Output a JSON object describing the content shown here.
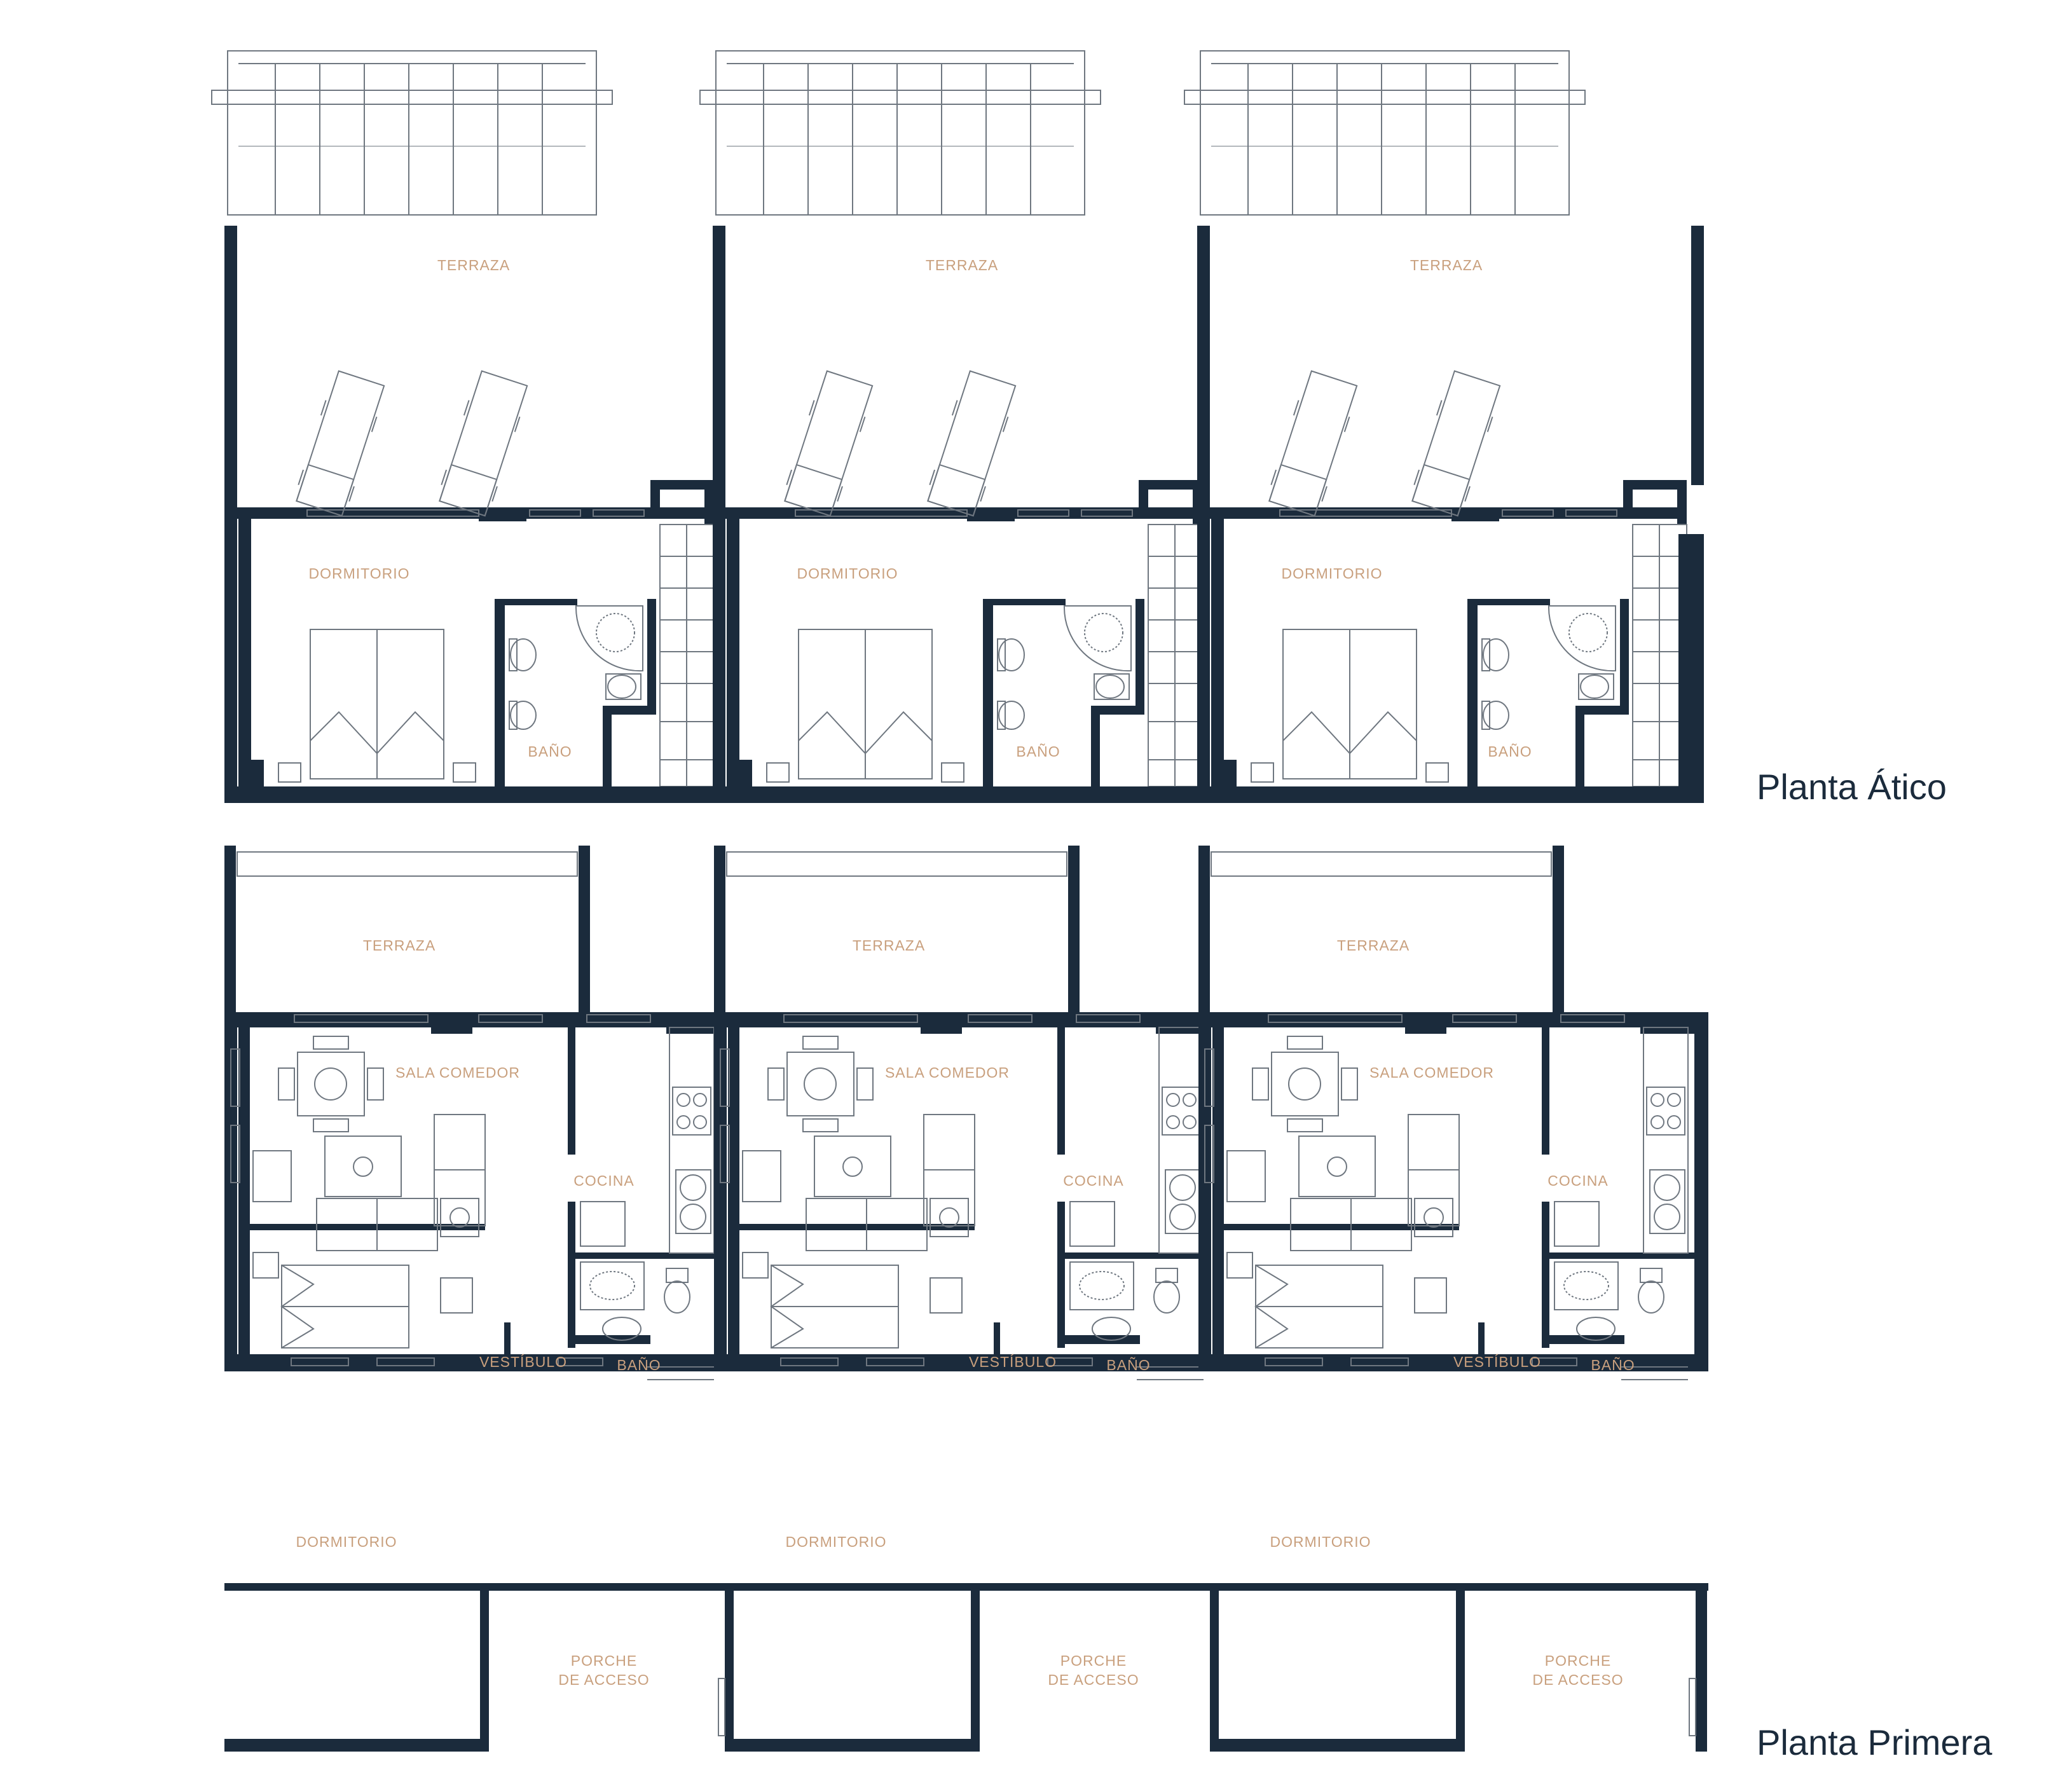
{
  "floors": {
    "atico": {
      "title": "Planta Ático",
      "rooms": {
        "terraza": "TERRAZA",
        "dormitorio": "DORMITORIO",
        "bano": "BAÑO"
      }
    },
    "primera": {
      "title": "Planta Primera",
      "rooms": {
        "terraza": "TERRAZA",
        "sala_comedor": "SALA COMEDOR",
        "cocina": "COCINA",
        "vestibulo": "VESTÍBULO",
        "bano": "BAÑO",
        "dormitorio": "DORMITORIO",
        "porche_line1": "PORCHE",
        "porche_line2": "DE ACCESO"
      }
    }
  },
  "colors": {
    "wall": "#1b2b3c",
    "label": "#c9a07e",
    "fixture": "#6f7780"
  },
  "icons": [
    "sun-lounger-icon",
    "double-bed-icon",
    "corner-shower-icon",
    "toilet-icon",
    "bidet-icon",
    "washbasin-icon",
    "dining-table-icon",
    "sofa-icon",
    "hob-icon",
    "sink-icon",
    "staircase-icon"
  ]
}
